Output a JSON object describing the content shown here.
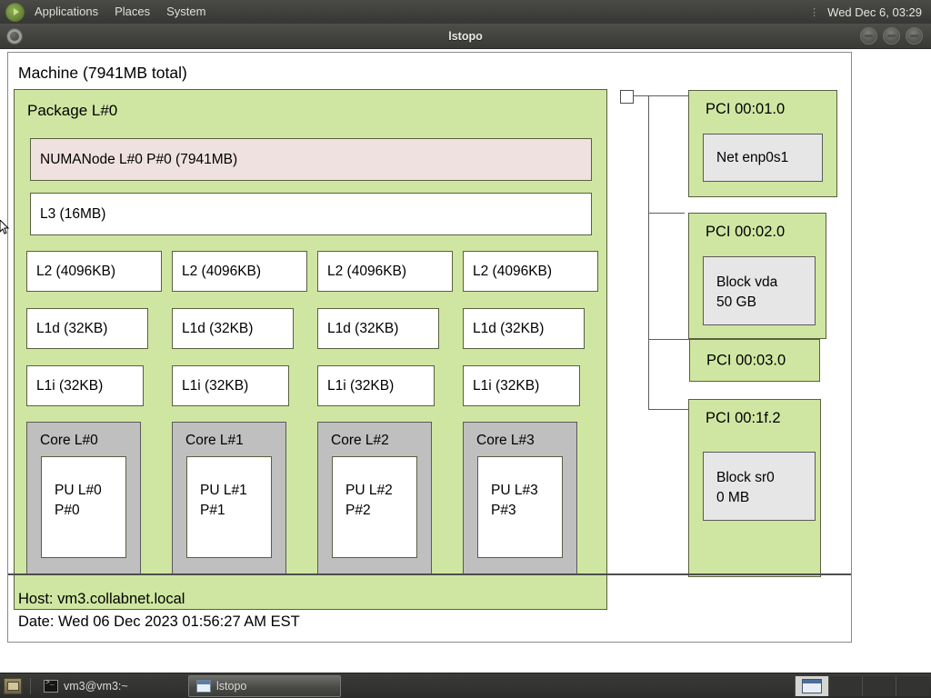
{
  "top_panel": {
    "logo_icon": "gnome-footprint-icon",
    "menus": [
      "Applications",
      "Places",
      "System"
    ],
    "clock": "Wed Dec  6, 03:29",
    "dots_icon": "panel-grip-icon"
  },
  "window": {
    "title": "lstopo",
    "icon": "app-window-icon",
    "buttons": [
      {
        "name": "minimize-button",
        "icon": "minimize-icon"
      },
      {
        "name": "maximize-button",
        "icon": "maximize-icon"
      },
      {
        "name": "close-button",
        "icon": "close-icon"
      }
    ]
  },
  "topology": {
    "machine_label": "Machine (7941MB total)",
    "package": {
      "label": "Package L#0",
      "numanode": "NUMANode L#0 P#0 (7941MB)",
      "l3": "L3 (16MB)",
      "l2": [
        "L2 (4096KB)",
        "L2 (4096KB)",
        "L2 (4096KB)",
        "L2 (4096KB)"
      ],
      "l1d": [
        "L1d (32KB)",
        "L1d (32KB)",
        "L1d (32KB)",
        "L1d (32KB)"
      ],
      "l1i": [
        "L1i (32KB)",
        "L1i (32KB)",
        "L1i (32KB)",
        "L1i (32KB)"
      ],
      "cores": [
        {
          "label": "Core L#0",
          "pu": "PU L#0\nP#0"
        },
        {
          "label": "Core L#1",
          "pu": "PU L#1\nP#1"
        },
        {
          "label": "Core L#2",
          "pu": "PU L#2\nP#2"
        },
        {
          "label": "Core L#3",
          "pu": "PU L#3\nP#3"
        }
      ]
    },
    "host_bridge_icon": "host-bridge-square-icon",
    "pci_devices": [
      {
        "label": "PCI 00:01.0",
        "child": "Net enp0s1"
      },
      {
        "label": "PCI 00:02.0",
        "child": "Block vda\n50 GB"
      },
      {
        "label": "PCI 00:03.0",
        "child": null
      },
      {
        "label": "PCI 00:1f.2",
        "child": "Block sr0\n0 MB"
      }
    ],
    "footer": {
      "host": "Host: vm3.collabnet.local",
      "date": "Date: Wed 06 Dec 2023 01:56:27 AM EST"
    }
  },
  "colors": {
    "package_green": "#cfe6a2",
    "numanode_pink": "#efe1df",
    "cache_white": "#ffffff",
    "core_grey": "#bfbfbf",
    "device_grey": "#e6e6e6",
    "box_border": "#596040"
  },
  "taskbar": {
    "show_desktop_icon": "show-desktop-icon",
    "tasks": [
      {
        "label": "vm3@vm3:~",
        "icon": "terminal-icon",
        "active": false
      },
      {
        "label": "lstopo",
        "icon": "window-icon",
        "active": true
      }
    ],
    "workspaces": [
      {
        "name": "workspace-1",
        "active": true
      },
      {
        "name": "workspace-2",
        "active": false
      },
      {
        "name": "workspace-3",
        "active": false
      },
      {
        "name": "workspace-4",
        "active": false
      }
    ]
  }
}
